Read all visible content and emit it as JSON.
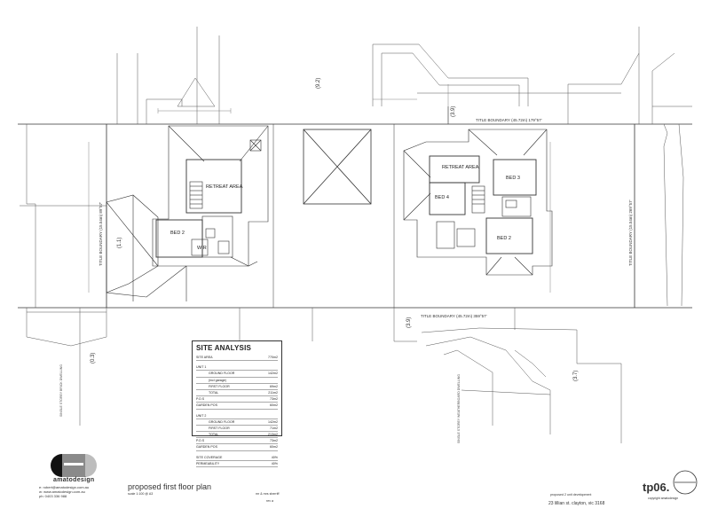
{
  "drawing": {
    "title": "proposed first floor plan",
    "scale": "scale 1:100 @ A3",
    "client": "mr & mrs sherriff",
    "revision": "rev a",
    "project": "proposed 2 unit development",
    "address": "23 lillian st. clayton, vic 3168",
    "sheet": "tp06.",
    "copyright": "copyright amatodesign"
  },
  "company": {
    "brand": "amatodesign",
    "email": "e: robert@amatodesign.com.au",
    "web": "w: www.amatodesign.com.au",
    "phone": "ph: 0403 336 988"
  },
  "rooms": {
    "retreat_left": "RETREAT AREA",
    "bed2_left": "BED 2",
    "wir": "WIR",
    "retreat_right": "RETREAT AREA",
    "bed4": "BED 4",
    "bed3": "BED 3",
    "bed2_right": "BED 2"
  },
  "boundaries": {
    "title_top": "TITLE BOUNDARY (45.72m) 179°57'",
    "title_bottom": "TITLE BOUNDARY (45.72m) 359°57'",
    "title_left": "TITLE BOUNDARY (15.54m) 89°57'",
    "title_right": "TITLE BOUNDARY (15.54m) 269°57'",
    "lot_top": "(9.2)",
    "lot_top2": "(3.9)",
    "lot_mid": "(3.9)",
    "lot_left": "(1.1)",
    "lot_left2": "(0.3)",
    "lot_right2": "(3.7)"
  },
  "neighbours": {
    "left": "SINGLE STOREY BRICK DWELLING",
    "bottom": "SINGLE STOREY WEATHERBOARD DWELLING"
  },
  "site_analysis": {
    "title": "SITE ANALYSIS",
    "site_area": "SITE AREA",
    "site_area_val": "770m2",
    "unit1": "UNIT 1",
    "ground_floor": "GROUND FLOOR",
    "incl_garage": "(incl garage)",
    "first_floor": "FIRST FLOOR",
    "total": "TOTAL",
    "pos": "P.O.S",
    "garden_pos": "GARDEN POS",
    "unit2": "UNIT 2",
    "site_coverage": "SITE COVERAGE",
    "permeability": "PERMEABILITY",
    "uc1": "UNIT 1",
    "v1": "142m2",
    "v2": "69m2",
    "v3": "211m2",
    "v4": "73m2",
    "v5": "60m2",
    "v6": "142m2",
    "v7": "71m2",
    "v8": "213m2",
    "v9": "73m2",
    "v10": "60m2",
    "v11": "40%",
    "v12": "40%"
  }
}
